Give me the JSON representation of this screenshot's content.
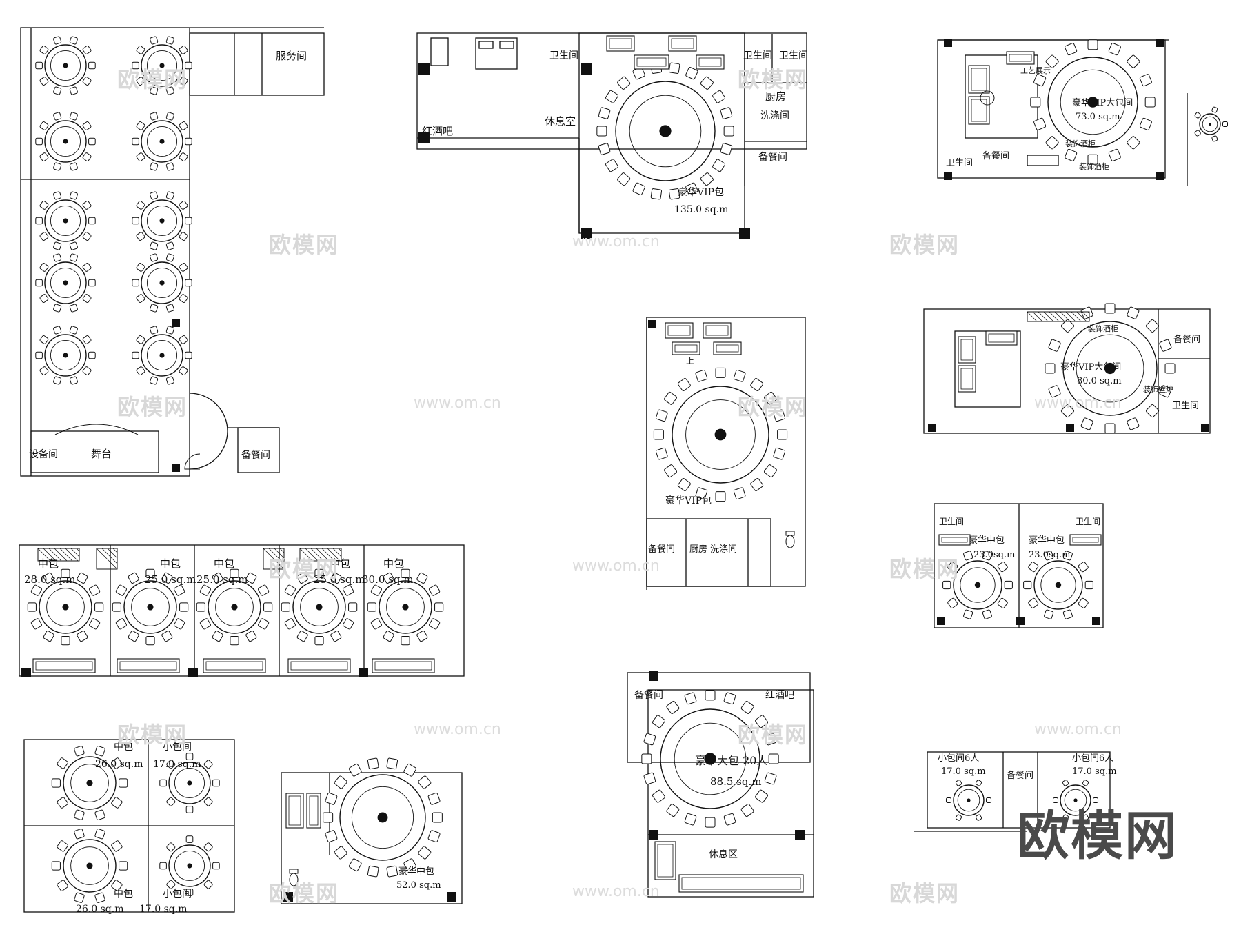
{
  "watermark": {
    "logo": "欧模网",
    "url": "www.om.cn"
  },
  "brand_logo": "欧模网",
  "labels": {
    "fuwujian": "服务间",
    "wutai": "舞台",
    "shebeijian": "设备间",
    "beicanjian": "备餐间",
    "xiuxishi": "休息室",
    "hongjiuba": "红酒吧",
    "weishengjian": "卫生间",
    "chufang": "厨房",
    "xidijian": "洗涤间",
    "haohua_vip_bao": "豪华VIP包",
    "area_135": "135.0 sq.m",
    "gongyi_zhanshi": "工艺展示",
    "vip_dabaojian": "豪华VIP大包间",
    "area_73": "73.0 sq.m",
    "area_80": "80.0 sq.m",
    "zhuangshi_jiugui": "装饰酒柜",
    "zhuangshi_bihu": "装饰壁炉",
    "chufang_xidijian": "厨房 洗涤间",
    "zhongbao": "中包",
    "area_28": "28.0 sq.m",
    "area_25": "25.0 sq.m",
    "area_30": "30.0 sq.m",
    "haohua_zhongbao": "豪华中包",
    "area_23": "23.0sq.m",
    "xiaobaojian": "小包间",
    "area_26": "26.0 sq.m",
    "area_17": "17.0 sq.m",
    "area_52": "52.0 sq.m",
    "haohua_dabao": "豪华大包 20人",
    "area_88": "88.5 sq.m",
    "xiuxiqu": "休息区",
    "xiaobaojian6": "小包间6人",
    "shang": "上"
  }
}
